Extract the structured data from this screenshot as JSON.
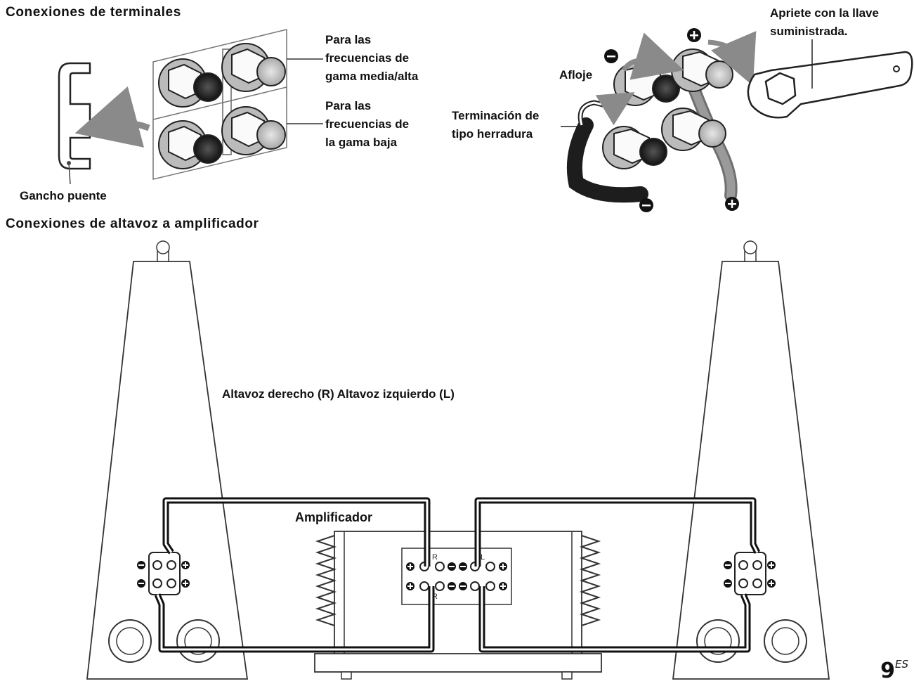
{
  "sections": {
    "terminals_heading": "Conexiones de terminales",
    "speaker_heading": "Conexiones de altavoz a amplificador"
  },
  "terminals": {
    "mid_high_label": [
      "Para las",
      "frecuencias de",
      "gama media/alta"
    ],
    "low_label": [
      "Para las",
      "frecuencias de",
      "la gama baja"
    ],
    "bridge_label": "Gancho puente",
    "loosen_label": "Afloje",
    "spade_label": [
      "Terminación de",
      "tipo herradura"
    ],
    "wrench_label": [
      "Apriete con la llave",
      "suministrada."
    ],
    "minus_symbol": "−",
    "plus_symbol": "+"
  },
  "speakers": {
    "caption": "Altavoz derecho (R) Altavoz izquierdo (L)",
    "amp_label": "Amplificador",
    "right_channel": "R",
    "left_channel": "L"
  },
  "page": {
    "number": "9",
    "lang": "ES"
  }
}
